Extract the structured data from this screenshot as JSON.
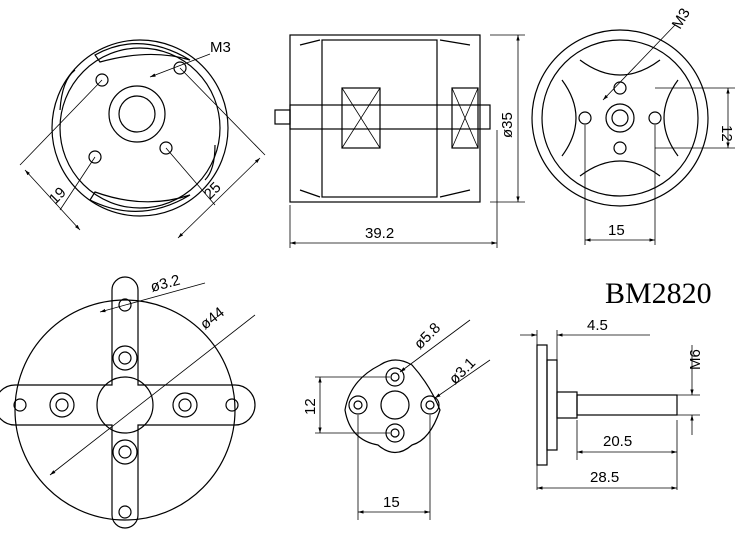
{
  "title": "BM2820",
  "front_view": {
    "thread": "M3",
    "dim_a": "19",
    "dim_b": "25"
  },
  "side_view": {
    "length": "39.2",
    "diameter": "ø35"
  },
  "rear_view": {
    "thread": "M3",
    "height": "12",
    "width": "15"
  },
  "mount_large": {
    "hole": "ø3.2",
    "diameter": "ø44"
  },
  "mount_small": {
    "center_hole": "ø5.8",
    "hole": "ø3.1",
    "height": "12",
    "width": "15"
  },
  "prop_adapter": {
    "flange": "4.5",
    "thread": "M6",
    "shaft": "20.5",
    "total": "28.5"
  }
}
